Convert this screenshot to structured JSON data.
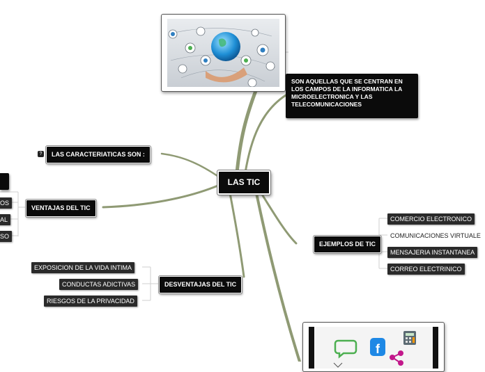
{
  "central": {
    "label": "LAS TIC"
  },
  "description": "SON AQUELLAS QUE SE CENTRAN EN LOS CAMPOS DE LA INFORMATICA LA MICROELECTRONICA Y LAS TELECOMUNICACIONES",
  "caracteristicas": {
    "label": "LAS CARACTERIATICAS SON :",
    "badge": "?"
  },
  "ventajas": {
    "label": "VENTAJAS DEL TIC",
    "items": [
      "OS",
      "AL",
      "SO"
    ]
  },
  "desventajas": {
    "label": "DESVENTAJAS DEL TIC",
    "items": [
      "EXPOSICION DE LA VIDA INTIMA",
      "CONDUCTAS ADICTIVAS",
      "RIESGOS DE LA PRIVACIDAD"
    ]
  },
  "ejemplos": {
    "label": "EJEMPLOS DE TIC",
    "items": [
      "COMERCIO ELECTRONICO",
      "COMUNICACIONES  VIRTUALE",
      "MENSAJERIA INSTANTANEA",
      "CORREO ELECTRINICO"
    ]
  },
  "colors": {
    "branch": "#8f9a74",
    "connector": "#cfcfcf",
    "node": "#0b0b0b",
    "sub": "#2a2a2a"
  },
  "icons": [
    "globe-hand-icon",
    "chat-bubble-icon",
    "facebook-icon",
    "calculator-icon",
    "share-icon"
  ]
}
